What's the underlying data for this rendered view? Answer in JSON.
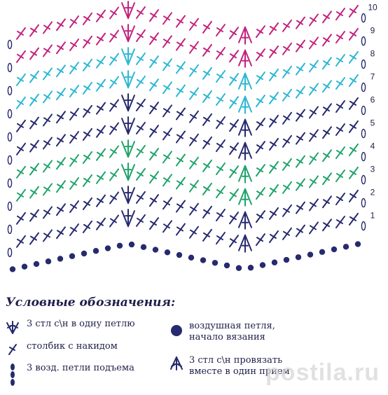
{
  "colors": {
    "navy": "#262a6e",
    "green": "#1fa36a",
    "cyan": "#2bb7d3",
    "magenta": "#c2227e",
    "text": "#1e1e4a"
  },
  "rows": [
    {
      "label": "1",
      "color": "navy"
    },
    {
      "label": "2",
      "color": "navy"
    },
    {
      "label": "3",
      "color": "green"
    },
    {
      "label": "4",
      "color": "green"
    },
    {
      "label": "5",
      "color": "navy"
    },
    {
      "label": "6",
      "color": "navy"
    },
    {
      "label": "7",
      "color": "cyan"
    },
    {
      "label": "8",
      "color": "cyan"
    },
    {
      "label": "9",
      "color": "magenta"
    },
    {
      "label": "10",
      "color": "magenta"
    }
  ],
  "legend": {
    "title": "Условные обозначения:",
    "items": [
      {
        "icon": "increase-3dc-icon",
        "text": "3 стл с\\н в одну петлю"
      },
      {
        "icon": "double-crochet-icon",
        "text": "столбик с накидом"
      },
      {
        "icon": "turning-chain-icon",
        "text": "3 возд. петли подъема"
      },
      {
        "icon": "chain-stitch-icon",
        "text": "воздушная петля,\nначало вязания"
      },
      {
        "icon": "decrease-3dc-icon",
        "text": "3 стл с\\н провязать\nвместе в один прием"
      }
    ]
  },
  "watermark": "postila.ru"
}
